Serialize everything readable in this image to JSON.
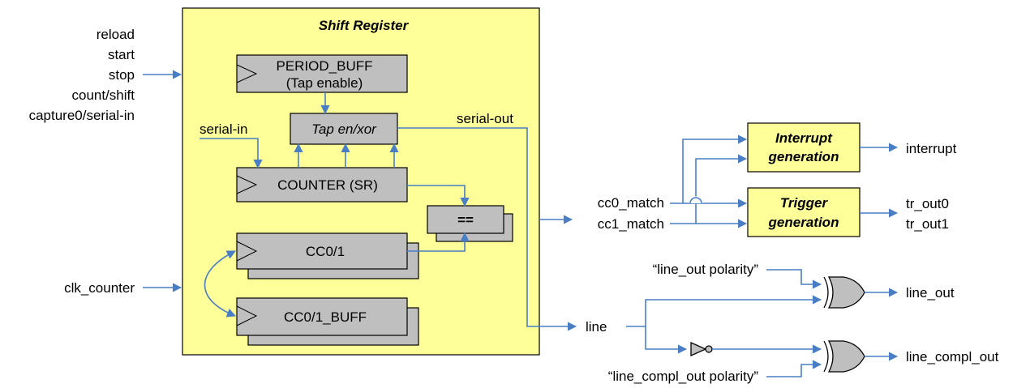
{
  "shift_register": {
    "title": "Shift Register",
    "period_buff_line1": "PERIOD_BUFF",
    "period_buff_line2": "(Tap enable)",
    "tap": "Tap en/xor",
    "counter": "COUNTER (SR)",
    "compare": "==",
    "cc": "CC0/1",
    "cc_buff": "CC0/1_BUFF",
    "serial_in": "serial-in",
    "serial_out": "serial-out"
  },
  "inputs": {
    "reload": "reload",
    "start": "start",
    "stop": "stop",
    "count_shift": "count/shift",
    "capture_serial_in": "capture0/serial-in",
    "clk_counter": "clk_counter"
  },
  "matches": {
    "cc0": "cc0_match",
    "cc1": "cc1_match"
  },
  "interrupt_block": {
    "line1": "Interrupt",
    "line2": "generation",
    "output": "interrupt"
  },
  "trigger_block": {
    "line1": "Trigger",
    "line2": "generation",
    "out0": "tr_out0",
    "out1": "tr_out1"
  },
  "line_section": {
    "line": "line",
    "line_out_polarity": "“line_out polarity”",
    "line_out": "line_out",
    "line_compl_out_polarity": "“line_compl_out polarity”",
    "line_compl_out": "line_compl_out"
  },
  "colors": {
    "panel": "#ffff99",
    "block": "#bfbfbf",
    "wire": "#4a7ec4"
  }
}
